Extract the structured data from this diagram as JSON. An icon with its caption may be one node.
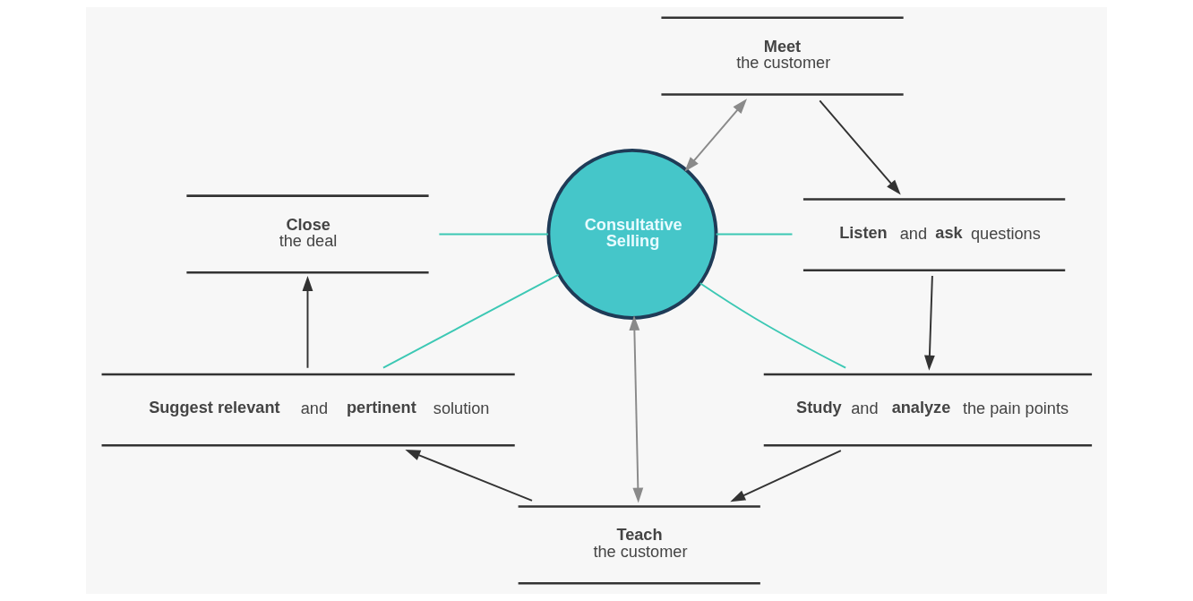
{
  "diagram": {
    "nodes": [
      {
        "text": [
          "Consultative Selling"
        ]
      },
      {
        "text": [
          "Meet",
          "the customer"
        ]
      },
      {
        "text": [
          "**Listen** and **ask** questions"
        ]
      },
      {
        "text": [
          "**Study** and **analyze** the pain points"
        ]
      },
      {
        "text": [
          "Teach",
          "the customer"
        ]
      },
      {
        "text": [
          "**Suggest relevant** and **pertinent** solution"
        ]
      },
      {
        "text": [
          "Close",
          "the deal"
        ]
      }
    ],
    "edges": [
      {
        "from": 1,
        "to": 2,
        "arrow": "to"
      },
      {
        "from": 2,
        "to": 3,
        "arrow": "to"
      },
      {
        "from": 3,
        "to": 4,
        "arrow": "to"
      },
      {
        "from": 4,
        "to": 5,
        "arrow": "to"
      },
      {
        "from": 5,
        "to": 6,
        "arrow": "to"
      },
      {
        "from": 0,
        "to": 1,
        "arrow": "both",
        "color": "#8a8a8a"
      },
      {
        "from": 0,
        "to": 4,
        "arrow": "both",
        "color": "#8a8a8a"
      },
      {
        "from": 0,
        "to": 6,
        "arrow": "none",
        "color": "#3cc8b4"
      },
      {
        "from": 0,
        "to": 2,
        "arrow": "none",
        "color": "#3cc8b4"
      },
      {
        "from": 0,
        "to": 5,
        "arrow": "none",
        "color": "#3cc8b4"
      },
      {
        "from": 0,
        "to": 3,
        "arrow": "none",
        "color": "#3cc8b4"
      }
    ]
  }
}
